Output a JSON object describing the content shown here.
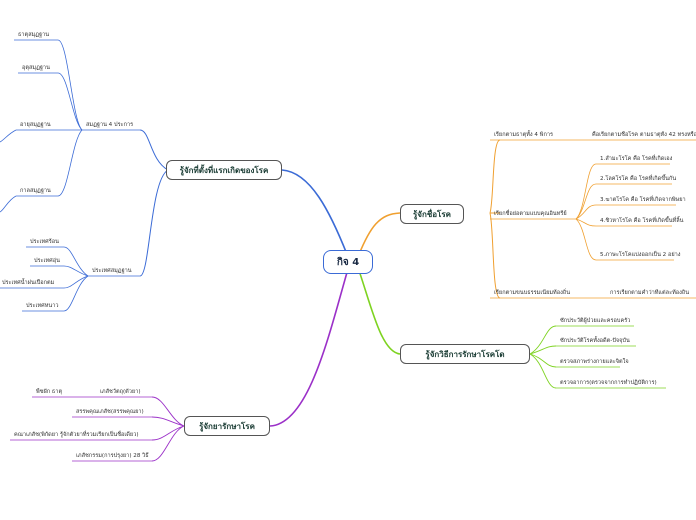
{
  "center": "กิจ 4",
  "branches": {
    "cause": {
      "label": "รู้จักที่ตั้งที่แรกเกิดของโรค",
      "color": "#3b6bd6",
      "groups": {
        "elements": {
          "label": "สมฏฐาน 4 ประการ",
          "items": [
            "ธาตุสมุฏฐาน",
            "อุตุสมุฏฐาน",
            "อายุสมุฏฐาน",
            "กาลสมุฏฐาน"
          ]
        },
        "types": {
          "label": "ประเทศสมุฏฐาน",
          "items": [
            "ประเทศร้อน",
            "ประเทศอุ่น",
            "ประเทศน้ำฝนเปือกตม",
            "ประเทศหนาว"
          ]
        }
      }
    },
    "name": {
      "label": "รู้จักชื่อโรค",
      "color": "#f0a030",
      "groups": {
        "byElement": {
          "label": "เรียกตามธาตุทั้ง 4 พิการ",
          "items": [
            "คือเรียกตามชื่อโรค ตามธาตุทั้ง 42 ทรงหรือ"
          ]
        },
        "byVirtue": {
          "label": "เรียกชื่อย่อตามแบบคุณอินทรีย์",
          "items": [
            "1.สำมะโรโค คือ โรคที่เกิดเอง",
            "2.โลคโรโค คือ โรคที่เกิดขึ้นกัน",
            "3.ฆาตโรโค คือ โรคที่เกิดจากพิษยา",
            "4.ชิวหาโรโค คือ โรคที่เกิดขึ้นที่ลิ้น",
            "5.ภาษะโรโคแบ่งออกเป็น 2 อย่าง"
          ]
        },
        "byCustom": {
          "label": "เรียกตามขนบธรรมเนียมท้องถิ่น",
          "items": [
            "การเรียกตามคำว่าที่แต่ละท้องถิ่น"
          ]
        }
      }
    },
    "treat": {
      "label": "รู้จักวิธีการรักษาโรคโด",
      "color": "#7ed321",
      "items": [
        "ซักประวัติผู้ป่วยและครอบครัว",
        "ซักประวัติโรคทั้งอดีต-ปัจจุบัน",
        "ตรวจสภาพร่างกายและจิตใจ",
        "ตรวจอาการ(ตรวจจากการทำปฏิบัติการ)"
      ]
    },
    "medicine": {
      "label": "รู้จักยารักษาโรค",
      "color": "#9b30c8",
      "groups": {
        "pharmacology": {
          "label": "เภสัชวัตถุ(ตัวยา)",
          "items": [
            "พืชผัก ธาตุ"
          ]
        },
        "properties": {
          "label": "สรรพคุณเภสัช(สรรพคุณยา)"
        },
        "preparation": {
          "label": "คณาเภสัช(พิกัดยา รู้จักตัวยาที่รวมเรียกเป็นชื่อเดียว)"
        },
        "compounding": {
          "label": "เภสัชกรรม(การปรุงยา) 28 วิธี"
        }
      }
    }
  }
}
